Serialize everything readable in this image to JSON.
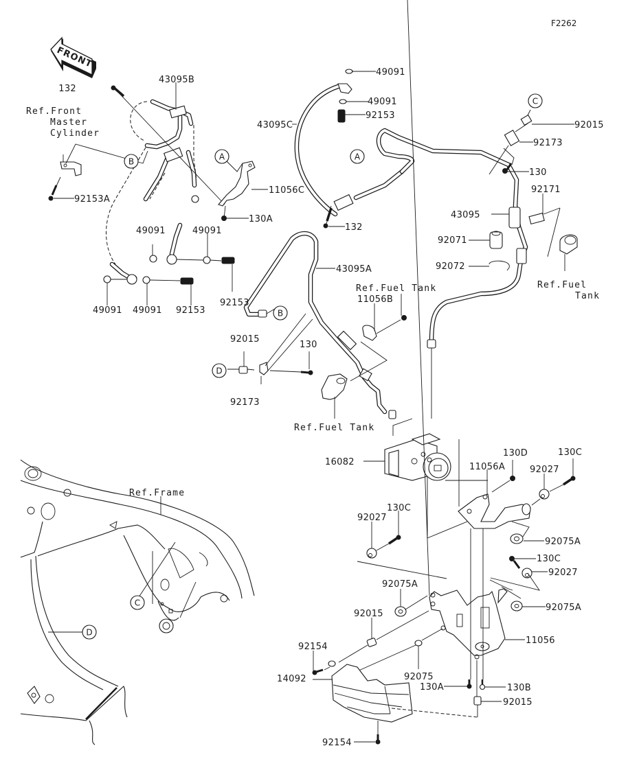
{
  "diagram": {
    "figure_code": "F2262",
    "front_arrow_label": "FRONT",
    "colors": {
      "ink": "#1a1a1a",
      "background": "#ffffff"
    },
    "references": [
      {
        "id": "ref-front-master-cylinder",
        "lines": [
          "Ref.Front",
          "Master",
          "Cylinder"
        ]
      },
      {
        "id": "ref-fuel-tank-1",
        "lines": [
          "Ref.Fuel Tank"
        ]
      },
      {
        "id": "ref-fuel-tank-2",
        "lines": [
          "Ref.Fuel Tank"
        ]
      },
      {
        "id": "ref-fuel-tank-3",
        "lines": [
          "Ref.Fuel",
          "Tank"
        ]
      },
      {
        "id": "ref-frame",
        "lines": [
          "Ref.Frame"
        ]
      }
    ],
    "connection_points": [
      "A",
      "A",
      "B",
      "B",
      "C",
      "C",
      "D",
      "D"
    ],
    "part_labels": [
      "132",
      "43095B",
      "92153A",
      "11056C",
      "130A",
      "49091",
      "49091",
      "92153",
      "49091",
      "49091",
      "92153",
      "49091",
      "49091",
      "92153",
      "43095C",
      "92015",
      "92173",
      "130",
      "132",
      "43095",
      "92171",
      "92071",
      "92072",
      "43095A",
      "11056B",
      "92015",
      "130",
      "92173",
      "16082",
      "130D",
      "130C",
      "11056A",
      "92027",
      "92075A",
      "92027",
      "130C",
      "130C",
      "92027",
      "92075A",
      "92075A",
      "92015",
      "11056",
      "92154",
      "92075",
      "14092",
      "130A",
      "130B",
      "92015",
      "92154"
    ]
  }
}
